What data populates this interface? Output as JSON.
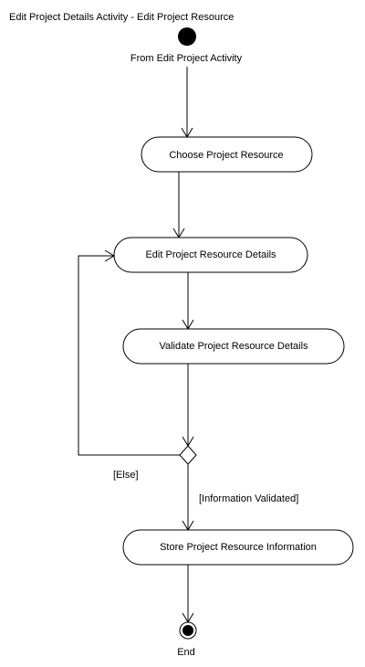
{
  "title": "Edit Project Details Activity - Edit Project Resource",
  "start": {
    "label": "From Edit Project Activity"
  },
  "activities": [
    {
      "id": "choose",
      "label": "Choose Project Resource"
    },
    {
      "id": "edit",
      "label": "Edit Project Resource Details"
    },
    {
      "id": "validate",
      "label": "Validate Project Resource Details"
    },
    {
      "id": "store",
      "label": "Store Project Resource Information"
    }
  ],
  "decision": {
    "else_guard": "[Else]",
    "validated_guard": "[Information Validated]"
  },
  "end": {
    "label": "End"
  }
}
